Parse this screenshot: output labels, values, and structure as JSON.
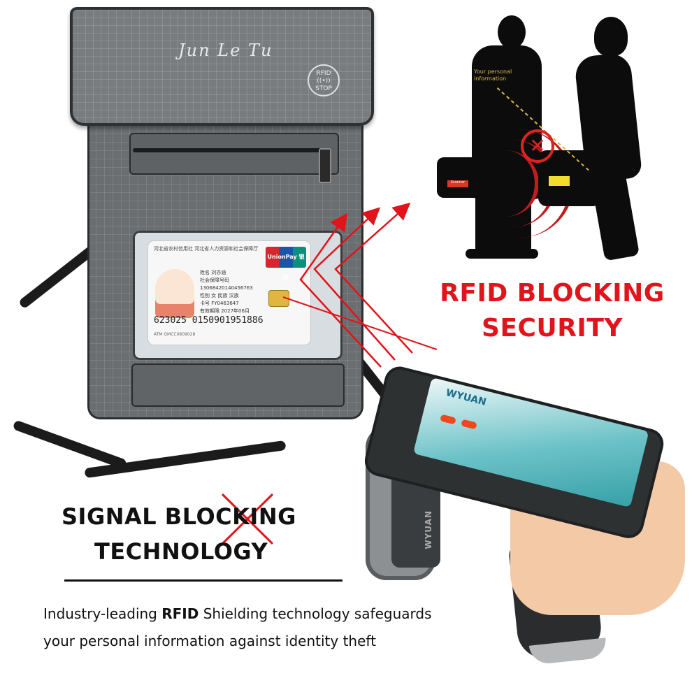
{
  "pouch": {
    "brand": "Jun Le Tu",
    "rfid_stop_badge": "RFID\n((•))\nSTOP",
    "card": {
      "header": "河北省农村信用社  河北省人力资源和社会保障厅",
      "unionpay": "UnionPay 银联",
      "fields": [
        "姓名 刘亦涵",
        "社会保障号码 13068420140456763",
        "性别 女  民族 汉族",
        "卡号 FY0463647",
        "有效期限 2027年06月"
      ],
      "number": "623025 0150901951886",
      "footer": "ATM  GMCC0809028"
    }
  },
  "illustration": {
    "info_label": "Your personal information",
    "bag_label": "Scanner"
  },
  "headline": {
    "line1": "RFID BLOCKING",
    "line2": "SECURITY"
  },
  "signal": {
    "line1": "SIGNAL BLOCKING",
    "line2": "TECHNOLOGY"
  },
  "description": {
    "line1_pre": "Industry-leading ",
    "line1_bold": "RFID",
    "line1_post": " Shielding technology safeguards",
    "line2": "your personal information against identity theft"
  },
  "scanner": {
    "screen_brand": "WYUAN",
    "grip_brand": "WYUAN"
  },
  "colors": {
    "accent_red": "#e0141a",
    "text": "#111111",
    "pouch_gray": "#6b6e70"
  }
}
